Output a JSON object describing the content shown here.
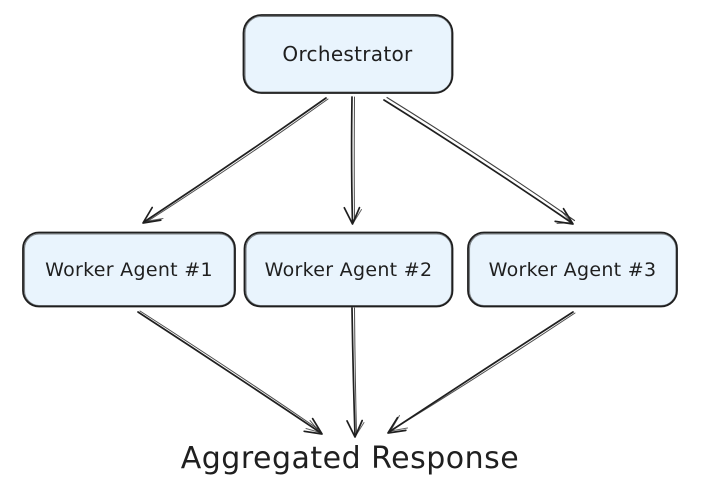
{
  "diagram": {
    "type": "flowchart",
    "style": "hand-drawn",
    "background_color": "#ffffff",
    "node_fill_color": "#e9f4fd",
    "node_stroke_color": "#1f1f1f",
    "arrow_color": "#1f1f1f",
    "text_color": "#1f1f1f",
    "nodes": [
      {
        "id": "orchestrator",
        "label": "Orchestrator"
      },
      {
        "id": "worker-1",
        "label": "Worker Agent #1"
      },
      {
        "id": "worker-2",
        "label": "Worker Agent #2"
      },
      {
        "id": "worker-3",
        "label": "Worker Agent #3"
      }
    ],
    "sink": {
      "label": "Aggregated Response"
    },
    "edges": [
      {
        "from": "Orchestrator",
        "to": "Worker Agent #1"
      },
      {
        "from": "Orchestrator",
        "to": "Worker Agent #2"
      },
      {
        "from": "Orchestrator",
        "to": "Worker Agent #3"
      },
      {
        "from": "Worker Agent #1",
        "to": "Aggregated Response"
      },
      {
        "from": "Worker Agent #2",
        "to": "Aggregated Response"
      },
      {
        "from": "Worker Agent #3",
        "to": "Aggregated Response"
      }
    ]
  }
}
